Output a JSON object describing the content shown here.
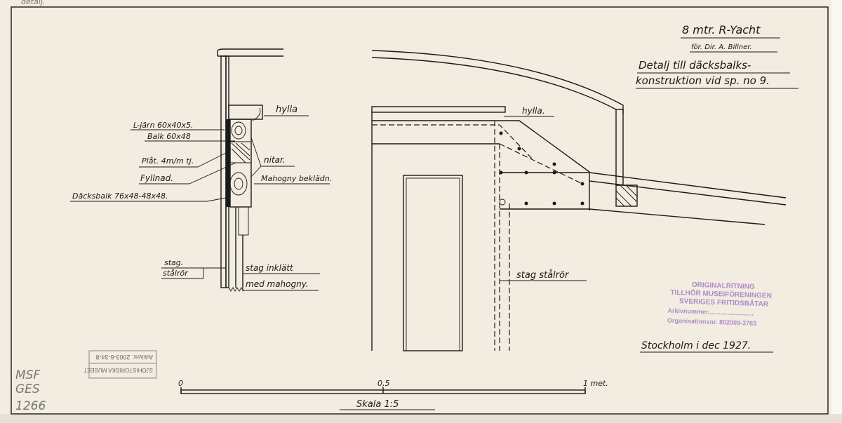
{
  "title": {
    "line1": "8 mtr. R-Yacht",
    "line2": "för. Dir. A. Billner.",
    "line3": "Detalj till däcksbalks-",
    "line4": "konstruktion vid sp. no 9."
  },
  "corner_note": "detalj.",
  "labels": {
    "hylla_left": "hylla",
    "l_jarn": "L-järn 60x40x5.",
    "balk": "Balk 60x48",
    "plat": "Plåt. 4m/m tj.",
    "nitar": "nitar.",
    "fyllnad": "Fyllnad.",
    "mahogny": "Mahogny beklädn.",
    "dacksbalk": "Däcksbalk 76x48-48x48.",
    "stag1": "stag.",
    "stag2": "stålrör",
    "stag_inklatt": "stag inklätt",
    "med_mahogny": "med mahogny.",
    "hylla_right": "hylla.",
    "stag_stalror": "stag stålrör"
  },
  "place_date": "Stockholm i dec 1927.",
  "scale": {
    "zero": "0",
    "half": "0,5",
    "one": "1 met.",
    "caption": "Skala 1:5"
  },
  "stamp_purple": {
    "line1": "ORIGINALRITNING",
    "line2": "TILLHÖR MUSEIFÖRENINGEN",
    "line3": "SVERIGES FRITIDSBÅTAR",
    "line4": "Arkivnummer..........................",
    "line5": "Organisationsnr. 802009-3783"
  },
  "stamp_grey": {
    "line1": "SJÖHISTORISKA MUSEET",
    "line2": "Arkivnr. 2003-6-34-8"
  },
  "pencil_notes": {
    "line1": "MSF",
    "line2": "GES",
    "line3": "1266"
  },
  "colors": {
    "paper": "#f2ece1",
    "ink": "#1a1a1a",
    "stamp": "#a27cc4"
  }
}
